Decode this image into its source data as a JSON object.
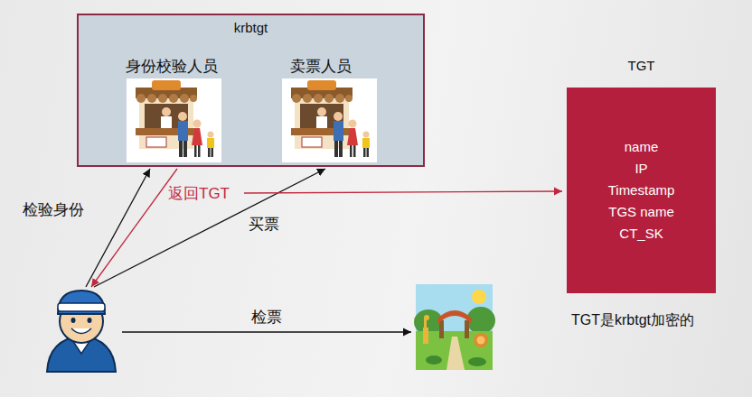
{
  "diagram": {
    "nodes": [
      {
        "text": [
          "krbtgt"
        ]
      },
      {
        "text": [
          "身份校验人员"
        ],
        "in": 0
      },
      {
        "text": [
          "卖票人员"
        ],
        "in": 0
      },
      {
        "text": [
          "TGT",
          "name",
          "IP",
          "Timestamp",
          "TGS name",
          "CT_SK"
        ]
      }
    ],
    "labels": [
      "检验身份",
      "返回TGT",
      "买票",
      "检票",
      "TGT是krbtgt加密的"
    ]
  }
}
